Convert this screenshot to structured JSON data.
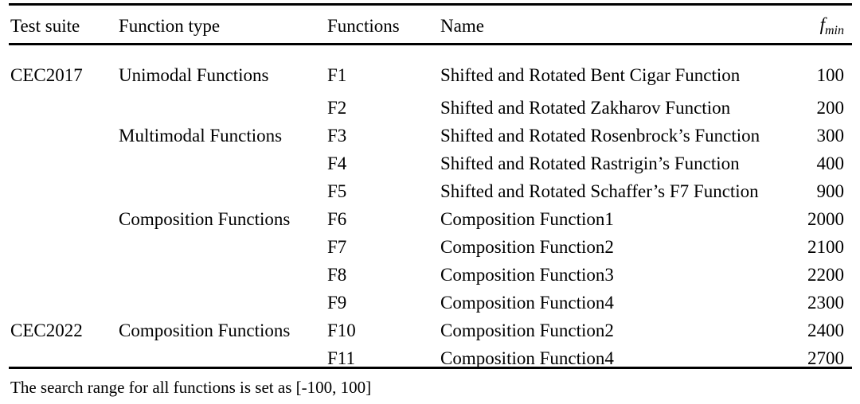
{
  "table": {
    "headers": {
      "test_suite": "Test suite",
      "function_type": "Function type",
      "functions": "Functions",
      "name": "Name",
      "fmin_symbol": "f",
      "fmin_subscript": "min"
    },
    "rows": [
      {
        "test_suite": "CEC2017",
        "function_type": "Unimodal Functions",
        "function": "F1",
        "name": "Shifted and Rotated Bent Cigar Function",
        "fmin": "100"
      },
      {
        "test_suite": "",
        "function_type": "",
        "function": "F2",
        "name": "Shifted and Rotated Zakharov Function",
        "fmin": "200"
      },
      {
        "test_suite": "",
        "function_type": "Multimodal Functions",
        "function": "F3",
        "name": "Shifted and Rotated Rosenbrock’s Function",
        "fmin": "300"
      },
      {
        "test_suite": "",
        "function_type": "",
        "function": "F4",
        "name": "Shifted and Rotated Rastrigin’s Function",
        "fmin": "400"
      },
      {
        "test_suite": "",
        "function_type": "",
        "function": "F5",
        "name": "Shifted and Rotated Schaffer’s F7 Function",
        "fmin": "900"
      },
      {
        "test_suite": "",
        "function_type": "Composition Functions",
        "function": "F6",
        "name": "Composition Function1",
        "fmin": "2000"
      },
      {
        "test_suite": "",
        "function_type": "",
        "function": "F7",
        "name": "Composition Function2",
        "fmin": "2100"
      },
      {
        "test_suite": "",
        "function_type": "",
        "function": "F8",
        "name": "Composition Function3",
        "fmin": "2200"
      },
      {
        "test_suite": "",
        "function_type": "",
        "function": "F9",
        "name": "Composition Function4",
        "fmin": "2300"
      },
      {
        "test_suite": "CEC2022",
        "function_type": "Composition Functions",
        "function": "F10",
        "name": "Composition Function2",
        "fmin": "2400"
      },
      {
        "test_suite": "",
        "function_type": "",
        "function": "F11",
        "name": "Composition Function4",
        "fmin": "2700"
      }
    ],
    "footnote": "The search range for all functions is set as [-100, 100]"
  }
}
